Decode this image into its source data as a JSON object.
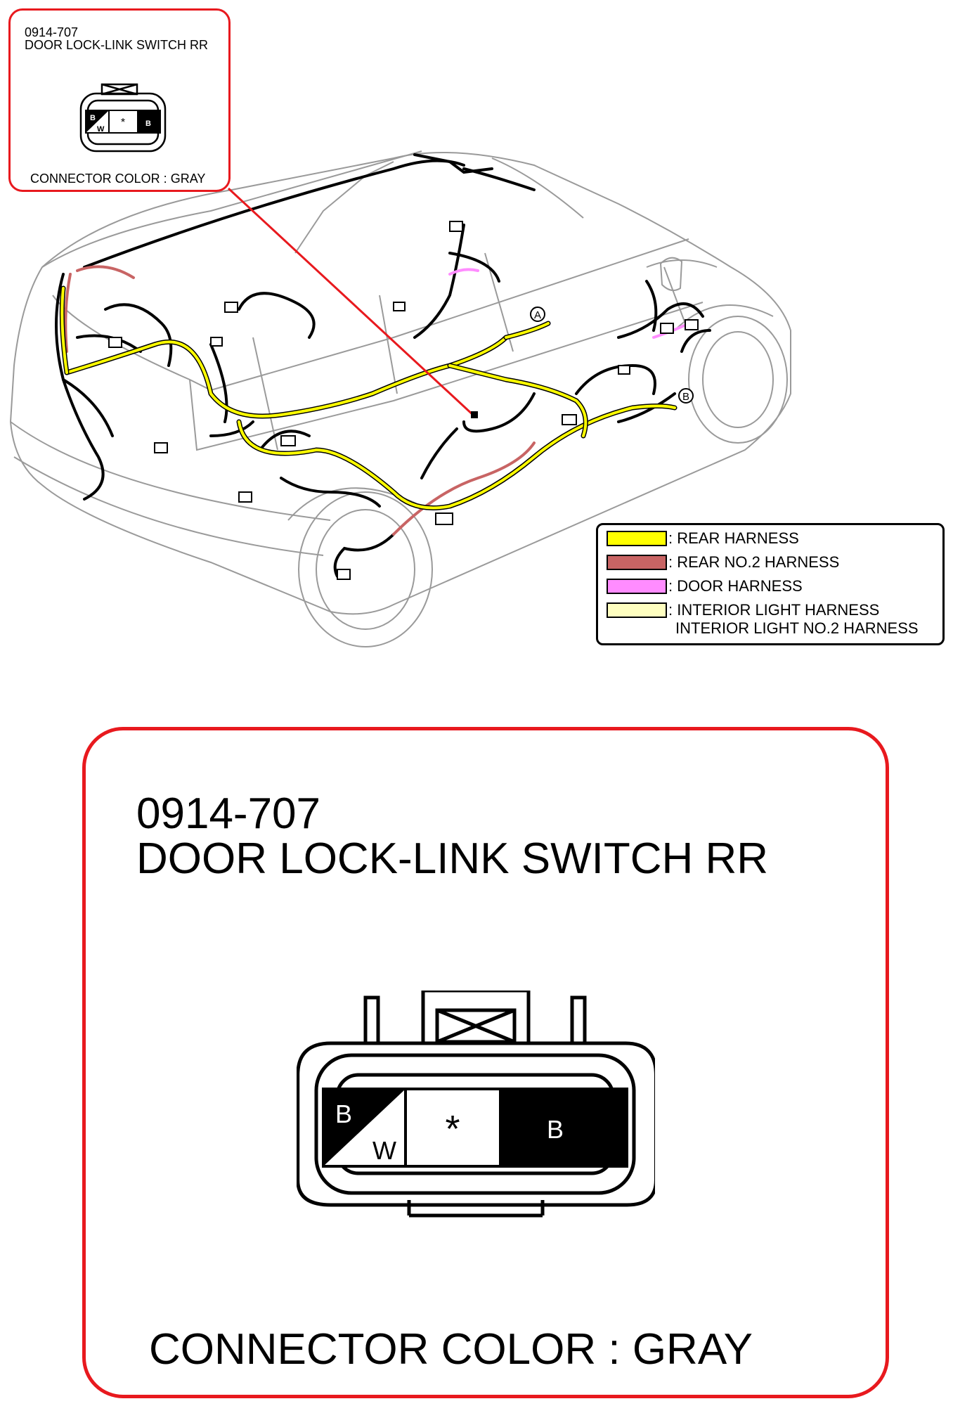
{
  "small_callout": {
    "code": "0914-707",
    "name": "DOOR LOCK-LINK SWITCH RR",
    "connector_color": "CONNECTOR COLOR : GRAY",
    "pins": [
      "B",
      "W",
      "*",
      "B"
    ]
  },
  "large_callout": {
    "code": "0914-707",
    "name": "DOOR LOCK-LINK SWITCH RR",
    "connector_color": "CONNECTOR COLOR : GRAY",
    "pin1_top": "B",
    "pin1_bottom": "W",
    "pin2": "*",
    "pin3": "B"
  },
  "markers": {
    "a": "A",
    "b": "B"
  },
  "legend": {
    "items": [
      {
        "color": "#ffff00",
        "label": ": REAR HARNESS"
      },
      {
        "color": "#c86464",
        "label": ": REAR NO.2 HARNESS"
      },
      {
        "color": "#ff8cff",
        "label": ": DOOR HARNESS"
      },
      {
        "color": "#ffffc0",
        "label": ": INTERIOR LIGHT HARNESS"
      }
    ],
    "extra_line": "INTERIOR LIGHT NO.2 HARNESS"
  },
  "colors": {
    "callout_border": "#e8191e",
    "rear_harness": "#ffff00",
    "rear_no2_harness": "#c86464",
    "door_harness": "#ff8cff",
    "interior_light_harness": "#ffffc0",
    "connector_fill": "#000000"
  }
}
